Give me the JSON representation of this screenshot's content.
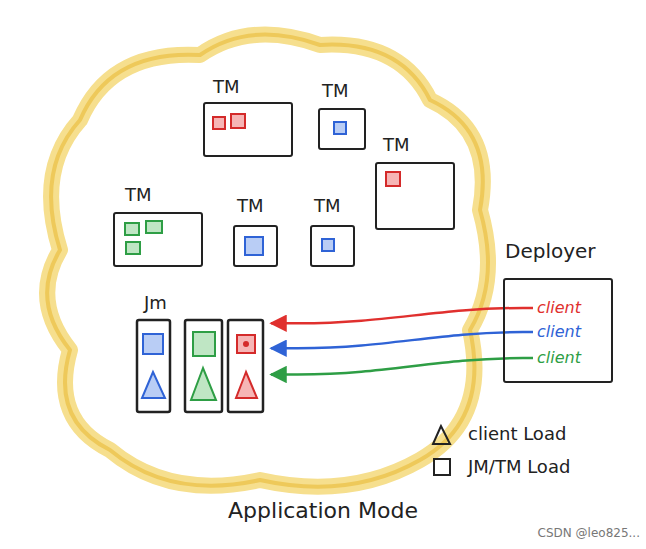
{
  "diagram": {
    "caption": "Application Mode",
    "nodes": [
      {
        "text": [
          "TM"
        ]
      },
      {
        "text": [
          "TM"
        ]
      },
      {
        "text": [
          "TM"
        ]
      },
      {
        "text": [
          "TM"
        ]
      },
      {
        "text": [
          "TM"
        ]
      },
      {
        "text": [
          "TM"
        ]
      },
      {
        "text": [
          "Deployer"
        ]
      },
      {
        "text": [
          "client"
        ],
        "in": 6
      },
      {
        "text": [
          "client"
        ],
        "in": 6
      },
      {
        "text": [
          "client"
        ],
        "in": 6
      },
      {
        "text": [
          "Jm"
        ]
      }
    ],
    "edges": [
      {
        "from": 7,
        "to": 10,
        "arrow": "to"
      },
      {
        "from": 8,
        "to": 10,
        "arrow": "to"
      },
      {
        "from": 9,
        "to": 10,
        "arrow": "to"
      }
    ],
    "labels": [
      "CSDN @leo825..."
    ],
    "legend": [
      {
        "text": "client Load"
      },
      {
        "text": "JM/TM Load"
      }
    ]
  }
}
